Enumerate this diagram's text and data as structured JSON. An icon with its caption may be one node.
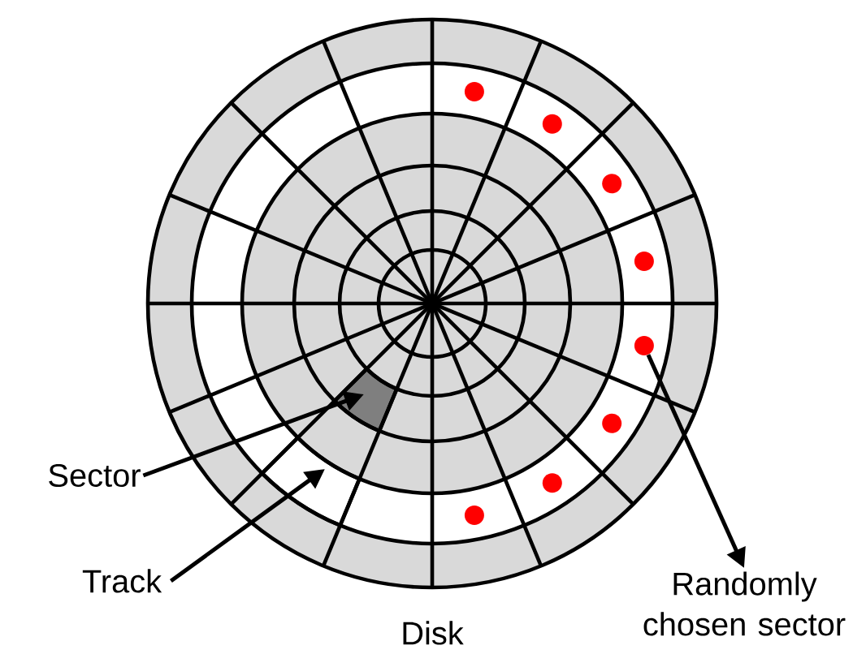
{
  "diagram": {
    "caption": "Disk",
    "nodes": [
      {
        "text": [
          "Sector"
        ]
      },
      {
        "text": [],
        "shape": "sector"
      },
      {
        "text": [
          "Track"
        ]
      },
      {
        "text": [],
        "shape": "sector"
      },
      {
        "text": [],
        "shape": "circle"
      },
      {
        "text": [],
        "shape": "circle"
      },
      {
        "text": [],
        "shape": "circle"
      },
      {
        "text": [],
        "shape": "circle"
      },
      {
        "text": [],
        "shape": "circle"
      },
      {
        "text": [],
        "shape": "circle"
      },
      {
        "text": [],
        "shape": "circle"
      },
      {
        "text": [],
        "shape": "circle"
      },
      {
        "text": [
          "Randomly chosen sector"
        ]
      }
    ],
    "edges": [
      {
        "from": 0,
        "to": 1,
        "arrow": "to"
      },
      {
        "from": 2,
        "to": 3,
        "arrow": "to"
      },
      {
        "from": 8,
        "to": 12,
        "arrow": "to"
      }
    ]
  }
}
